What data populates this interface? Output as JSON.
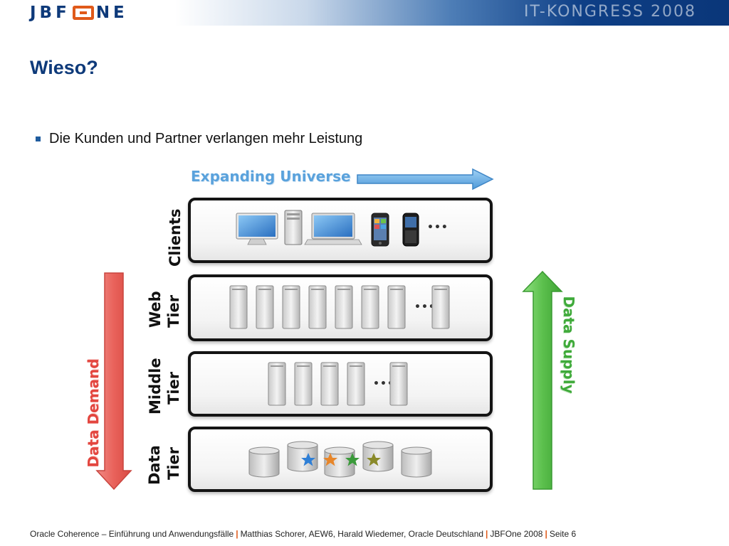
{
  "header": {
    "logo": "JBFONE",
    "event_title": "IT-KONGRESS 2008"
  },
  "slide": {
    "title": "Wieso?",
    "bullet": "Die Kunden und Partner verlangen mehr Leistung"
  },
  "diagram": {
    "top_label": "Expanding Universe",
    "left_label": "Data Demand",
    "right_label": "Data Supply",
    "tiers": [
      {
        "label_line1": "Clients",
        "label_line2": "",
        "ellipsis": "•••",
        "icons": [
          "monitor-icon",
          "tower-pc-icon",
          "laptop-icon",
          "smartphone-icon",
          "blackberry-icon"
        ]
      },
      {
        "label_line1": "Web",
        "label_line2": "Tier",
        "ellipsis": "•••",
        "icons": [
          "server-icon"
        ]
      },
      {
        "label_line1": "Middle",
        "label_line2": "Tier",
        "ellipsis": "•••",
        "icons": [
          "server-icon"
        ]
      },
      {
        "label_line1": "Data",
        "label_line2": "Tier",
        "icons": [
          "database-icon",
          "star-icon"
        ]
      }
    ],
    "colors": {
      "top_arrow": "#5aa2dc",
      "demand_arrow": "#e3463f",
      "supply_arrow": "#3faa3a",
      "stars": [
        "#2f7fd6",
        "#e7862a",
        "#3a9a3a",
        "#8a8a2a"
      ]
    }
  },
  "footer": {
    "part1": "Oracle Coherence – Einführung und Anwendungsfälle",
    "part2": "Matthias Schorer, AEW6, Harald Wiedemer, Oracle Deutschland",
    "part3": "JBFOne 2008",
    "part4": "Seite 6"
  }
}
